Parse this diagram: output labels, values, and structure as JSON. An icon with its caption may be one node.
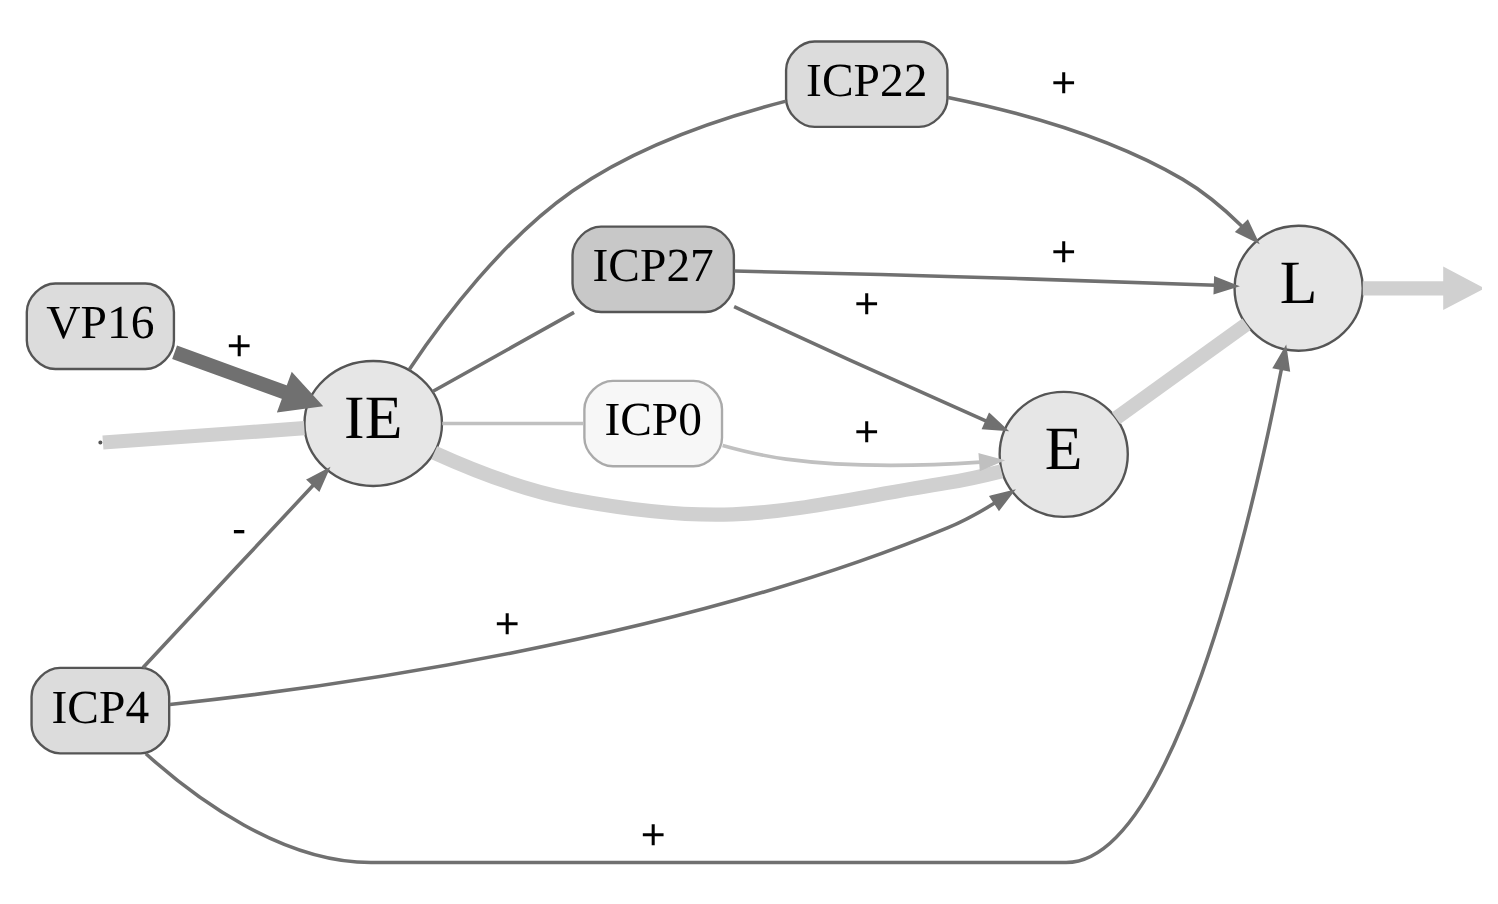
{
  "diagram": {
    "nodes": [
      {
        "text": [
          "ICP22"
        ]
      },
      {
        "text": [
          "ICP4"
        ]
      },
      {
        "text": [
          "IE"
        ]
      },
      {
        "text": [
          "E"
        ]
      },
      {
        "text": [
          "L"
        ]
      },
      {
        "text": [
          "ICP0"
        ]
      },
      {
        "text": [
          "VP16"
        ]
      },
      {
        "text": [
          "ICP27"
        ]
      }
    ],
    "edges": [
      {
        "from": null,
        "to": 2,
        "arrow": "none",
        "style": "thick",
        "color": "#d0d0d0"
      },
      {
        "from": 2,
        "to": 3,
        "arrow": "none",
        "style": "thick",
        "color": "#d0d0d0"
      },
      {
        "from": 3,
        "to": 4,
        "arrow": "none",
        "style": "thick",
        "color": "#d0d0d0"
      },
      {
        "from": 4,
        "to": null,
        "arrow": "to",
        "style": "thick",
        "color": "#d0d0d0"
      },
      {
        "from": 2,
        "to": 0,
        "arrow": "none"
      },
      {
        "from": 0,
        "to": 4,
        "arrow": "to",
        "label": "+"
      },
      {
        "from": 1,
        "to": 2,
        "arrow": "to",
        "label": "-"
      },
      {
        "from": 1,
        "to": 3,
        "arrow": "to",
        "label": "+"
      },
      {
        "from": 1,
        "to": 4,
        "arrow": "to",
        "label": "+"
      },
      {
        "from": 2,
        "to": 5,
        "arrow": "none",
        "color": "#c0c0c0"
      },
      {
        "from": 5,
        "to": 3,
        "arrow": "to",
        "label": "+",
        "color": "#c0c0c0"
      },
      {
        "from": 6,
        "to": 2,
        "arrow": "to",
        "label": "+",
        "style": "thick"
      },
      {
        "from": 2,
        "to": 7,
        "arrow": "none"
      },
      {
        "from": 7,
        "to": 3,
        "arrow": "to",
        "label": "+"
      },
      {
        "from": 7,
        "to": 4,
        "arrow": "to",
        "label": "+"
      }
    ]
  }
}
